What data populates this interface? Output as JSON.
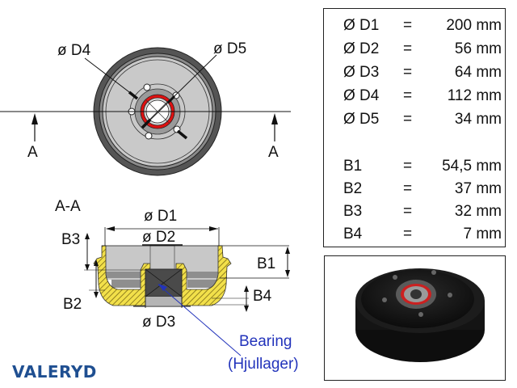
{
  "specs": {
    "diameters": [
      {
        "label": "Ø D1",
        "eq": "=",
        "value": "200 mm"
      },
      {
        "label": "Ø D2",
        "eq": "=",
        "value": "56 mm"
      },
      {
        "label": "Ø D3",
        "eq": "=",
        "value": "64 mm"
      },
      {
        "label": "Ø D4",
        "eq": "=",
        "value": "112 mm"
      },
      {
        "label": "Ø D5",
        "eq": "=",
        "value": "34 mm"
      }
    ],
    "widths": [
      {
        "label": "B1",
        "eq": "=",
        "value": "54,5 mm"
      },
      {
        "label": "B2",
        "eq": "=",
        "value": "37 mm"
      },
      {
        "label": "B3",
        "eq": "=",
        "value": "32 mm"
      },
      {
        "label": "B4",
        "eq": "=",
        "value": "7 mm"
      }
    ]
  },
  "front_view": {
    "label_d4": "ø D4",
    "label_d5": "ø D5",
    "section_left": "A",
    "section_right": "A"
  },
  "section_view": {
    "title": "A-A",
    "label_d1": "ø D1",
    "label_d2": "ø D2",
    "label_d3": "ø D3",
    "label_b1": "B1",
    "label_b2": "B2",
    "label_b3": "B3",
    "label_b4": "B4"
  },
  "callout": {
    "line1": "Bearing",
    "line2": "(Hjullager)"
  },
  "brand": {
    "logo": "VALERYD",
    "color": "#1f4f91"
  },
  "colors": {
    "drum_dark": "#555555",
    "drum_face": "#c8c8c8",
    "bearing_red": "#dd1111",
    "section_hatch": "#f2e04a",
    "callout_blue": "#2233bb"
  }
}
